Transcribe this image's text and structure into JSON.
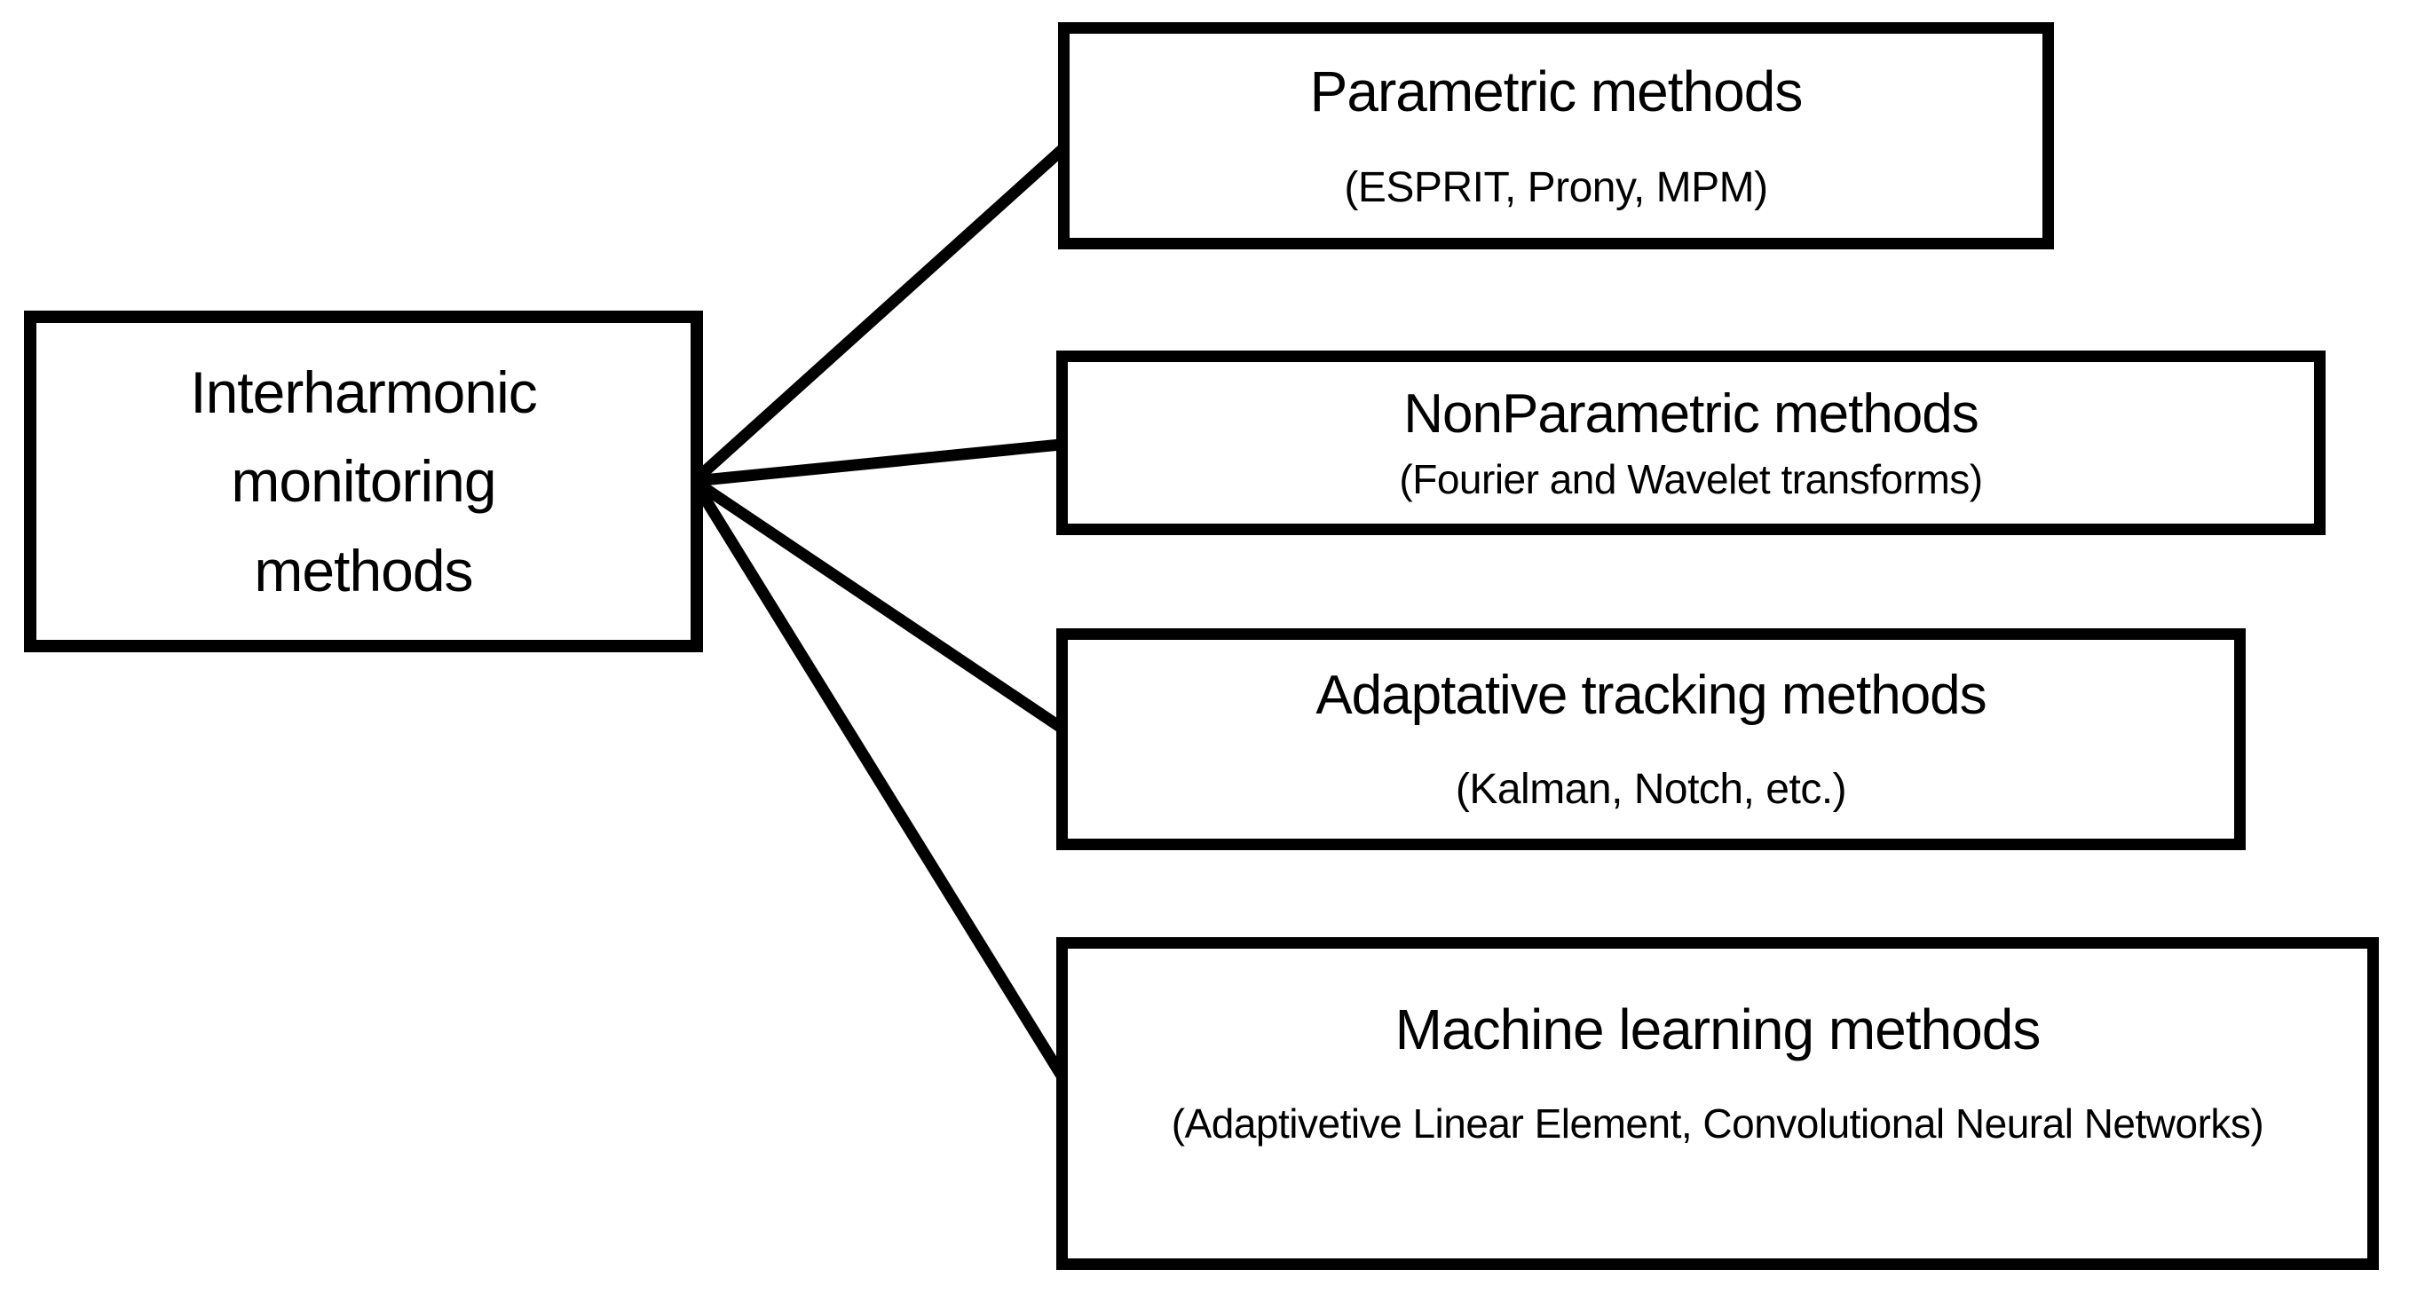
{
  "diagram": {
    "root": {
      "label": "Interharmonic monitoring methods"
    },
    "branches": [
      {
        "id": "parametric",
        "title": "Parametric methods",
        "subtitle": "(ESPRIT, Prony, MPM)"
      },
      {
        "id": "nonparametric",
        "title": "NonParametric methods",
        "subtitle": "(Fourier and Wavelet transforms)"
      },
      {
        "id": "adaptative-tracking",
        "title": "Adaptative tracking methods",
        "subtitle": "(Kalman, Notch, etc.)"
      },
      {
        "id": "machine-learning",
        "title": "Machine learning methods",
        "subtitle": "(Adaptivetive Linear Element, Convolutional Neural Networks)"
      }
    ],
    "colors": {
      "stroke": "#000000",
      "background": "#ffffff",
      "text": "#000000"
    }
  }
}
